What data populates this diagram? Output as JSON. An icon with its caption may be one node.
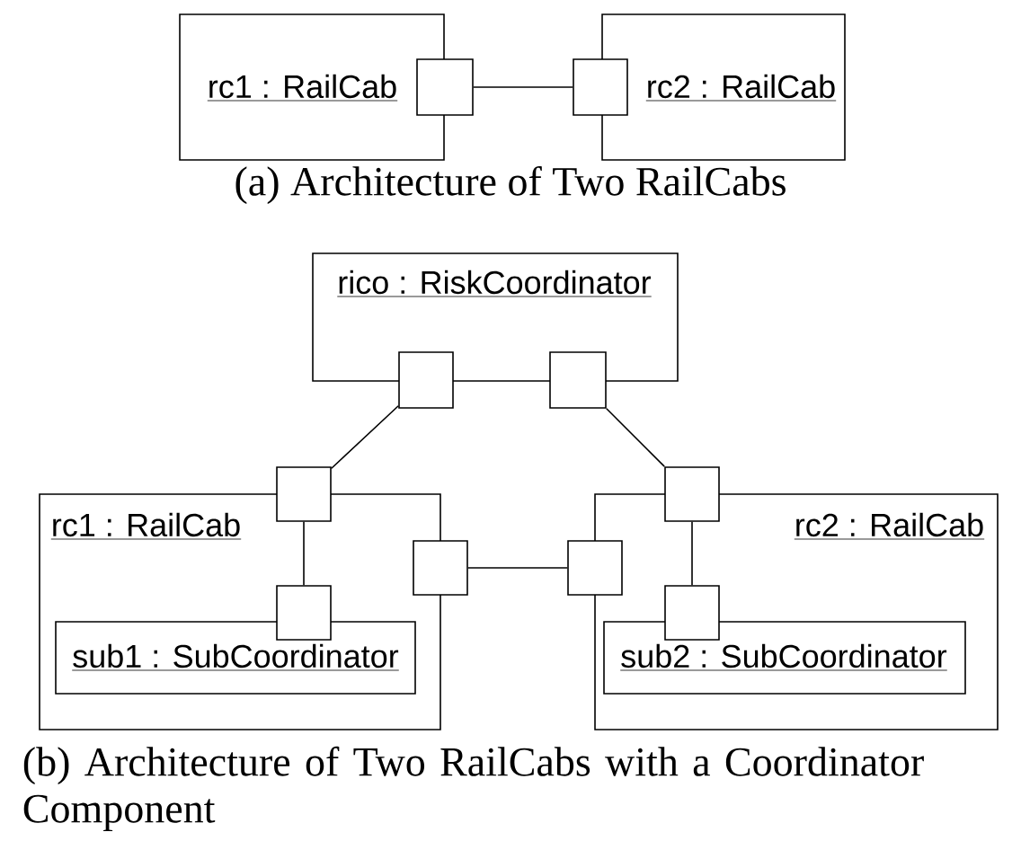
{
  "diagram": {
    "nodes": [
      {
        "text": [
          "rc1 : RailCab"
        ]
      },
      {
        "text": [],
        "shape": "box"
      },
      {
        "text": [],
        "shape": "box"
      },
      {
        "text": [
          "rc2 : RailCab"
        ]
      },
      {
        "text": [
          "rico : RiskCoordinator"
        ]
      },
      {
        "text": [],
        "shape": "box"
      },
      {
        "text": [],
        "shape": "box"
      },
      {
        "text": [
          "rc1 : RailCab"
        ]
      },
      {
        "text": [],
        "shape": "box"
      },
      {
        "text": [],
        "shape": "box"
      },
      {
        "text": [],
        "shape": "box",
        "in": 7
      },
      {
        "text": [
          "sub1 : SubCoordinator"
        ],
        "in": 7
      },
      {
        "text": [
          "rc2 : RailCab"
        ]
      },
      {
        "text": [],
        "shape": "box"
      },
      {
        "text": [],
        "shape": "box"
      },
      {
        "text": [],
        "shape": "box",
        "in": 12
      },
      {
        "text": [
          "sub2 : SubCoordinator"
        ],
        "in": 12
      }
    ],
    "edges": [
      {
        "from": 1,
        "to": 2,
        "arrow": "none"
      },
      {
        "from": 5,
        "to": 8,
        "arrow": "none"
      },
      {
        "from": 6,
        "to": 14,
        "arrow": "none"
      },
      {
        "from": 9,
        "to": 13,
        "arrow": "none"
      },
      {
        "from": 8,
        "to": 10,
        "arrow": "none"
      },
      {
        "from": 14,
        "to": 15,
        "arrow": "none"
      }
    ],
    "labels": [
      "(a) Architecture of Two RailCabs",
      "(b) Architecture of Two RailCabs with a Coordinator Component"
    ]
  }
}
